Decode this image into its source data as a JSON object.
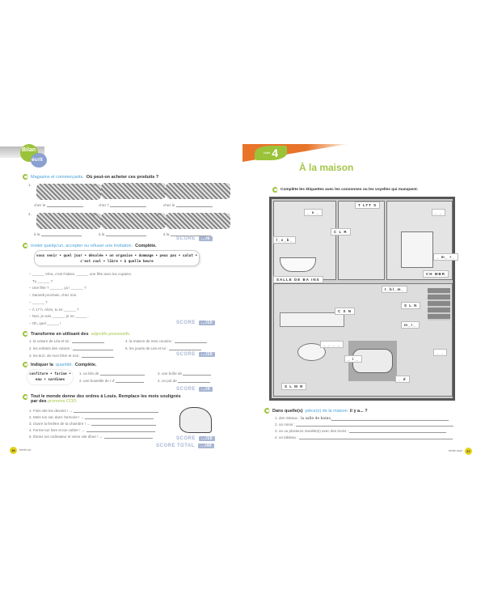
{
  "left": {
    "badge": {
      "line1": "Bilan",
      "line2": "écrit"
    },
    "ex1": {
      "title_colored": "Magasins et commerçants.",
      "title": "Où peut-on acheter ces produits ?",
      "items": [
        {
          "n": "1.",
          "prompt": "chez le"
        },
        {
          "n": "2.",
          "prompt": "chez l'"
        },
        {
          "n": "3.",
          "prompt": "chez le"
        },
        {
          "n": "4.",
          "prompt": "à la"
        },
        {
          "n": "5.",
          "prompt": "à la"
        },
        {
          "n": "6.",
          "prompt": "à la"
        }
      ],
      "score": "SCORE",
      "score_val": ".../6"
    },
    "ex2": {
      "title_colored": "Inviter quelqu'un, accepter ou refuser une invitation.",
      "title": "Complète.",
      "word_box_1": "vous venir • quel jour • désolée • on organise • dommage • peux pas • salut •",
      "word_box_2": "c'est cool • libre • à quelle heure",
      "lines": [
        "– ______ Véra, c'est Fabien. ______ une fête avec les copains.",
        "Tu ______ ?",
        "– Une fête ? ______, ça ! ______ ?",
        "– Samedi prochain, chez moi.",
        "– ______ ?",
        "– À 17 h. Alors, tu es ______ ?",
        "– Non, je suis ______, je ne ______ .",
        "– Oh, quel ______ !"
      ],
      "score": "SCORE",
      "score_val": ".../10"
    },
    "ex3": {
      "title": "Transforme en utilisant des",
      "title_colored": "adjectifs possessifs.",
      "items": [
        "1. la voiture de Léa et toi :",
        "2. les enfants des voisins :",
        "3. les B.D. de mon frère et moi :",
        "4. la maison de mes cousins :",
        "5. les jouets de Léa et toi :"
      ],
      "score": "SCORE",
      "score_val": ".../10"
    },
    "ex4": {
      "title": "Indiquer la",
      "title_colored": "quantité.",
      "title_end": "Complète.",
      "words_1": "confiture • farine •",
      "words_2": "eau • sardines",
      "items": [
        "1. un kilo de",
        "2. une bouteille de / d'",
        "3. une boîte de",
        "4. un pot de"
      ],
      "score": "SCORE",
      "score_val": ".../4"
    },
    "ex5": {
      "title": "Tout le monde donne des ordres à Louis. Remplace les mots soulignés",
      "title2": "par des",
      "title_colored": "pronoms COD.",
      "items": [
        "1. Finis vite tes devoirs ! →",
        "2. Mets ton sac dans l'armoire ! →",
        "3. Ouvre la fenêtre de ta chambre ! →",
        "4. Ferme ton livre et ton cahier ! →",
        "5. Éteins ton ordinateur et viens vite dîner ! →"
      ],
      "score": "SCORE",
      "score_val": ".../10"
    },
    "total": {
      "label": "SCORE TOTAL",
      "val": ".../40"
    },
    "footer": {
      "num": "36",
      "text": "trente-six"
    }
  },
  "right": {
    "unit": {
      "label": "Unité",
      "num": "4"
    },
    "title": "À la maison",
    "ex1": {
      "title": "Complète les étiquettes avec les consonnes ou les voyelles qui manquent."
    },
    "labels": [
      "SALLE DE BA INS",
      "T LTT S",
      "C L R",
      "CH MBR",
      "C S N",
      "S L N",
      "S L  M  R",
      "t_bl_m_",
      "l_v_b_",
      "_ d",
      "m_r_",
      "_ s _",
      "_ _",
      "_ i _",
      "_ _ _ _",
      "_ m_ r_",
      "_ _"
    ],
    "ex2": {
      "title": "Dans quelle(s)",
      "title_colored": "pièce(s) de la maison",
      "title_end": "il y a... ?",
      "items": [
        {
          "n": "1.",
          "prompt": "des rideaux :",
          "answer": "la salle de bains,"
        },
        {
          "n": "2.",
          "prompt": "un miroir :",
          "answer": ""
        },
        {
          "n": "3.",
          "prompt": "un ou plusieurs meuble(s) avec des tiroirs :",
          "answer": ""
        },
        {
          "n": "4.",
          "prompt": "un tableau :",
          "answer": ""
        }
      ]
    },
    "footer": {
      "num": "37",
      "text": "trente-sept"
    }
  },
  "colors": {
    "green": "#9bc33a",
    "blue": "#4aa3d8",
    "orange": "#e8742a",
    "score": "#a9b6d4"
  }
}
